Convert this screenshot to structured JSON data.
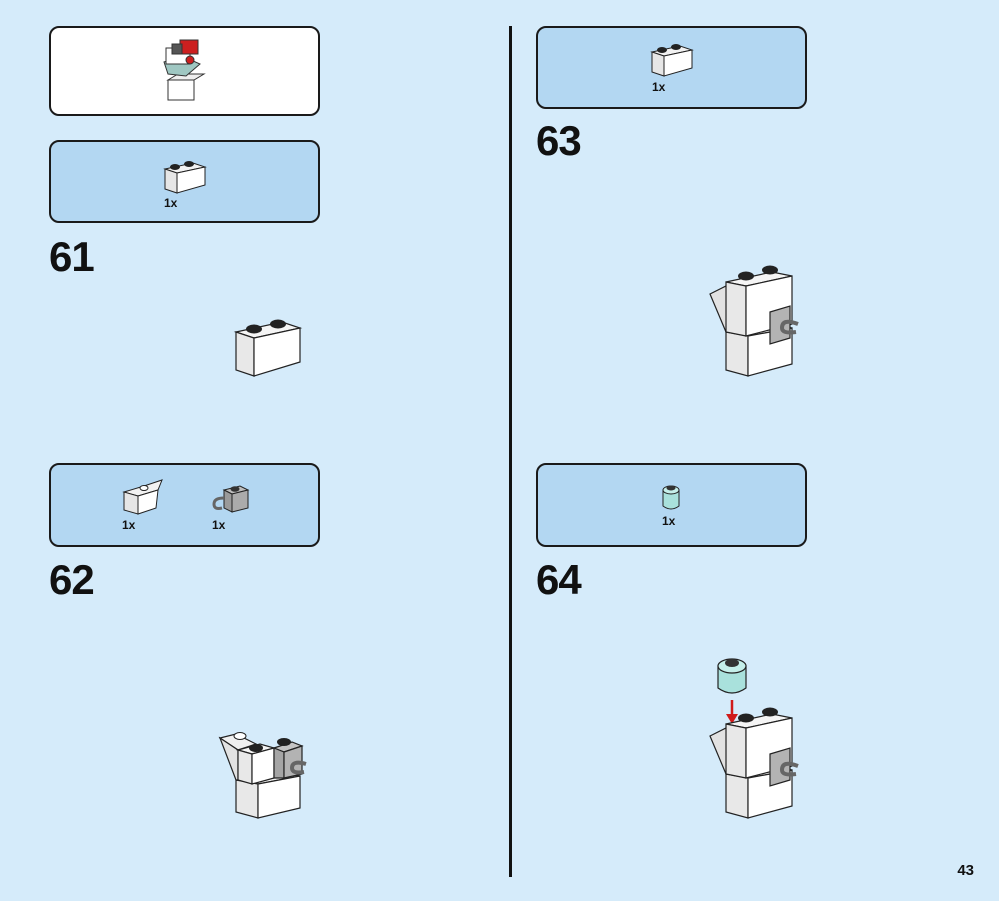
{
  "page_number": "43",
  "submodel_callout": {
    "colors": {
      "red": "#cc1f1f",
      "dark_gray": "#555555",
      "trans_light_blue": "#a9e1dc"
    }
  },
  "steps": [
    {
      "number": "61",
      "parts": [
        {
          "qty": "1x",
          "icon": "white-brick-1x2-icon"
        }
      ]
    },
    {
      "number": "62",
      "parts": [
        {
          "qty": "1x",
          "icon": "white-slope-inverted-icon"
        },
        {
          "qty": "1x",
          "icon": "gray-brick-with-clip-icon"
        }
      ]
    },
    {
      "number": "63",
      "parts": [
        {
          "qty": "1x",
          "icon": "white-brick-1x2-icon"
        }
      ]
    },
    {
      "number": "64",
      "parts": [
        {
          "qty": "1x",
          "icon": "trans-light-blue-round-brick-icon"
        }
      ]
    }
  ],
  "colors": {
    "page_background": "#d5ebfa",
    "parts_panel": "#b3d7f2",
    "brick_white": "#ffffff",
    "brick_gray": "#a5a5a5",
    "arrow_red": "#d01a1a",
    "outline": "#1a1a1a"
  }
}
